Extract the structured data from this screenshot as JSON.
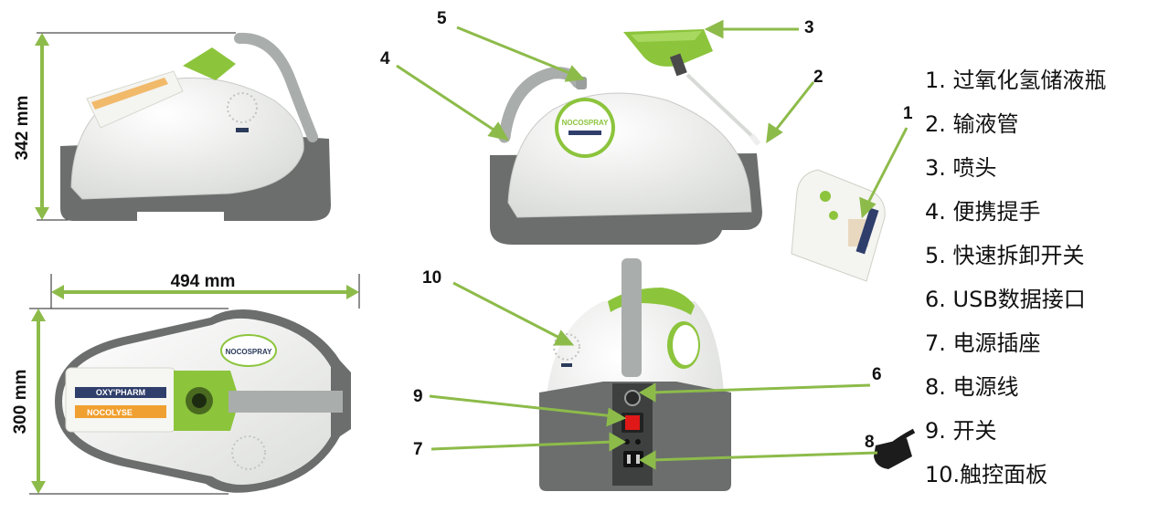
{
  "dimensions": {
    "height": "342 mm",
    "length": "494 mm",
    "width": "300 mm"
  },
  "callouts": [
    "1",
    "2",
    "3",
    "4",
    "5",
    "6",
    "7",
    "8",
    "9",
    "10"
  ],
  "legend": [
    "1. 过氧化氢储液瓶",
    "2. 输液管",
    "3. 喷头",
    "4. 便携提手",
    "5. 快速拆卸开关",
    "6. USB数据接口",
    "7. 电源插座",
    "8. 电源线",
    "9. 开关",
    "10.触控面板"
  ],
  "product_labels": {
    "front_logo": "NOCOSPRAY",
    "top_logo": "NOCOSPRAY",
    "bottle_brand_1": "OXY'PHARM",
    "bottle_brand_2": "NOCOLYSE"
  },
  "colors": {
    "accent_green": "#8cc43c",
    "arrow_green": "#8dbb4a",
    "body_white": "#f2f3f1",
    "base_gray": "#6b6e6d",
    "handle_gray": "#a9adab",
    "switch_red": "#e01818",
    "bottle_orange": "#f0a030"
  }
}
